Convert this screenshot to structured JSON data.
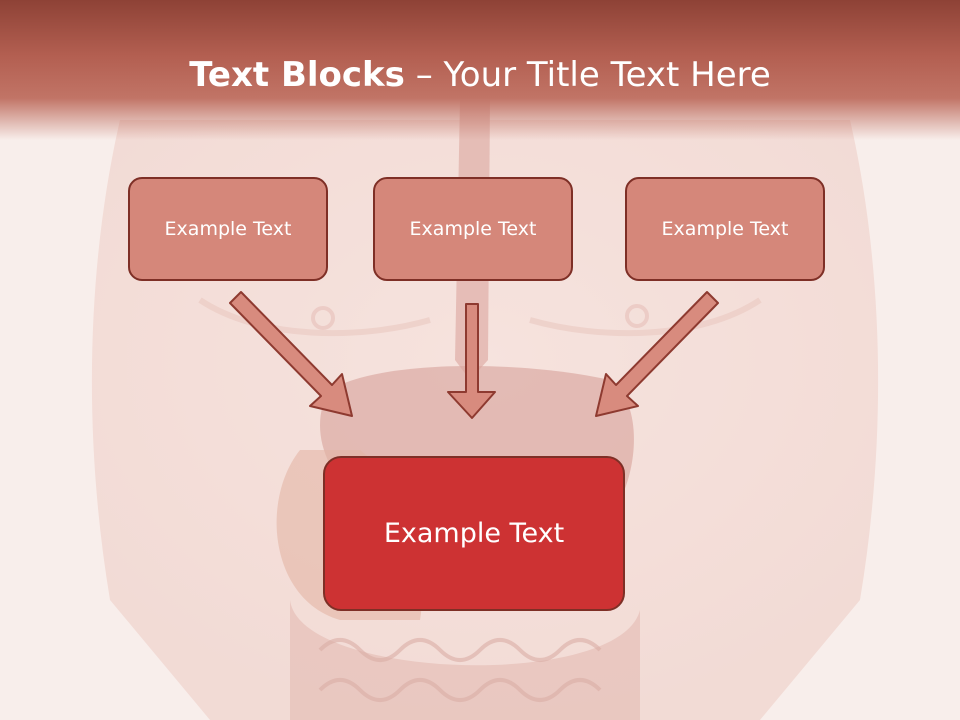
{
  "slide": {
    "title_bold": "Text Blocks",
    "title_separator": " – ",
    "title_rest": "Your Title Text Here"
  },
  "blocks": [
    {
      "label": "Example Text"
    },
    {
      "label": "Example Text"
    },
    {
      "label": "Example Text"
    }
  ],
  "target": {
    "label": "Example Text"
  },
  "colors": {
    "header": "#b35f51",
    "small_box_fill": "#d5877a",
    "target_box_fill": "#cd3233",
    "box_border": "#7e2f26",
    "arrow_fill": "#d88b7e",
    "arrow_stroke": "#8e3a30"
  }
}
